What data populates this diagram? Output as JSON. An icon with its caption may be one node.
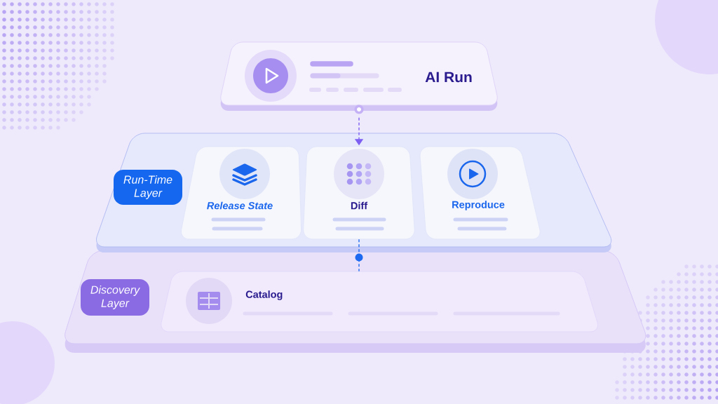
{
  "diagram": {
    "nodes": [
      {
        "text": [
          "AI Run"
        ]
      },
      {
        "text": [],
        "shape": "box"
      },
      {
        "text": [
          "Run-Time Layer"
        ],
        "in": 1
      },
      {
        "text": [
          "Release State"
        ],
        "in": 1
      },
      {
        "text": [
          "Diff"
        ],
        "in": 1
      },
      {
        "text": [
          "Reproduce"
        ],
        "in": 1
      },
      {
        "text": [],
        "shape": "box"
      },
      {
        "text": [
          "Discovery Layer"
        ],
        "in": 6
      },
      {
        "text": [
          "Catalog"
        ],
        "in": 6
      }
    ],
    "edges": [
      {
        "from": 0,
        "to": 4,
        "arrow": "to",
        "style": "dashed",
        "color": "#7d5ff2"
      },
      {
        "from": 4,
        "to": 8,
        "arrow": "none",
        "style": "dashed",
        "color": "#1d6af0"
      }
    ]
  }
}
